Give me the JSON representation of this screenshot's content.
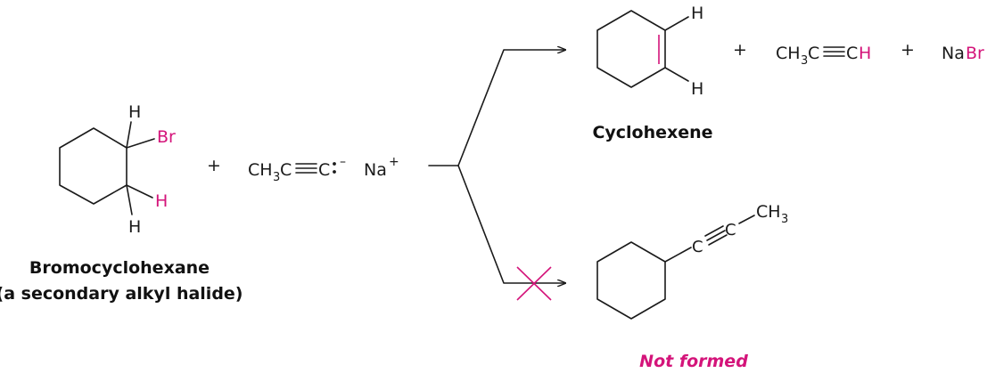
{
  "reactant": {
    "name": "Bromocyclohexane",
    "subtitle": "(a secondary alkyl halide)",
    "atoms": {
      "h_top": "H",
      "br": "Br",
      "h_pink": "H",
      "h_bottom": "H"
    }
  },
  "reagent": {
    "plus": "+",
    "ch": "CH",
    "sub3": "3",
    "c1": "C",
    "c2": "C",
    "charge_minus": "–",
    "na": "Na",
    "charge_plus": "+"
  },
  "product_major": {
    "name": "Cyclohexene",
    "atoms": {
      "h_top": "H",
      "h_bottom": "H"
    },
    "plus1": "+",
    "propyne": {
      "ch": "CH",
      "sub3": "3",
      "c": "C",
      "c2": "C",
      "h": "H"
    },
    "plus2": "+",
    "salt": {
      "na": "Na",
      "br": "Br"
    }
  },
  "product_minor": {
    "label": "Not formed",
    "atoms": {
      "c1": "C",
      "c2": "C",
      "ch": "CH",
      "sub3": "3"
    }
  },
  "colors": {
    "accent": "#d4147a",
    "ink": "#1a1a1a"
  }
}
